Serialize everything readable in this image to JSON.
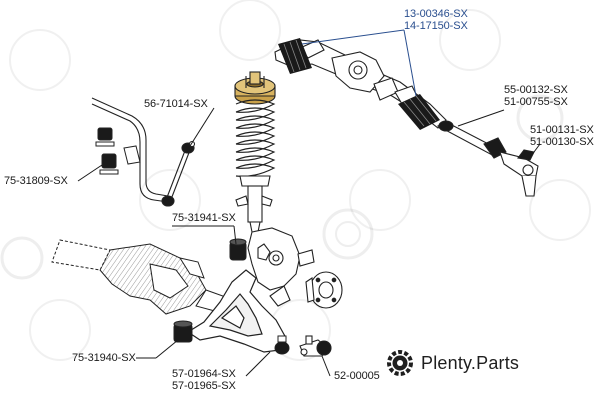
{
  "labels": {
    "steering_rack_1": "13-00346-SX",
    "steering_rack_2": "14-17150-SX",
    "stabilizer_link": "56-71014-SX",
    "tie_rod_1": "55-00132-SX",
    "tie_rod_2": "51-00755-SX",
    "tie_rod_end_1": "51-00131-SX",
    "tie_rod_end_2": "51-00130-SX",
    "stabilizer_bushing": "75-31809-SX",
    "arm_bushing_front": "75-31941-SX",
    "arm_bushing_rear": "75-31940-SX",
    "control_arm_1": "57-01964-SX",
    "control_arm_2": "57-01965-SX",
    "ball_joint": "52-00005"
  },
  "brand": {
    "name": "Plenty",
    "suffix": ".Parts"
  },
  "colors": {
    "outline": "#222222",
    "spring": "#c9a14a",
    "bushing": "#1a1a1a",
    "leader_blue": "#2a4f8f",
    "leader_black": "#1a1a1a"
  }
}
